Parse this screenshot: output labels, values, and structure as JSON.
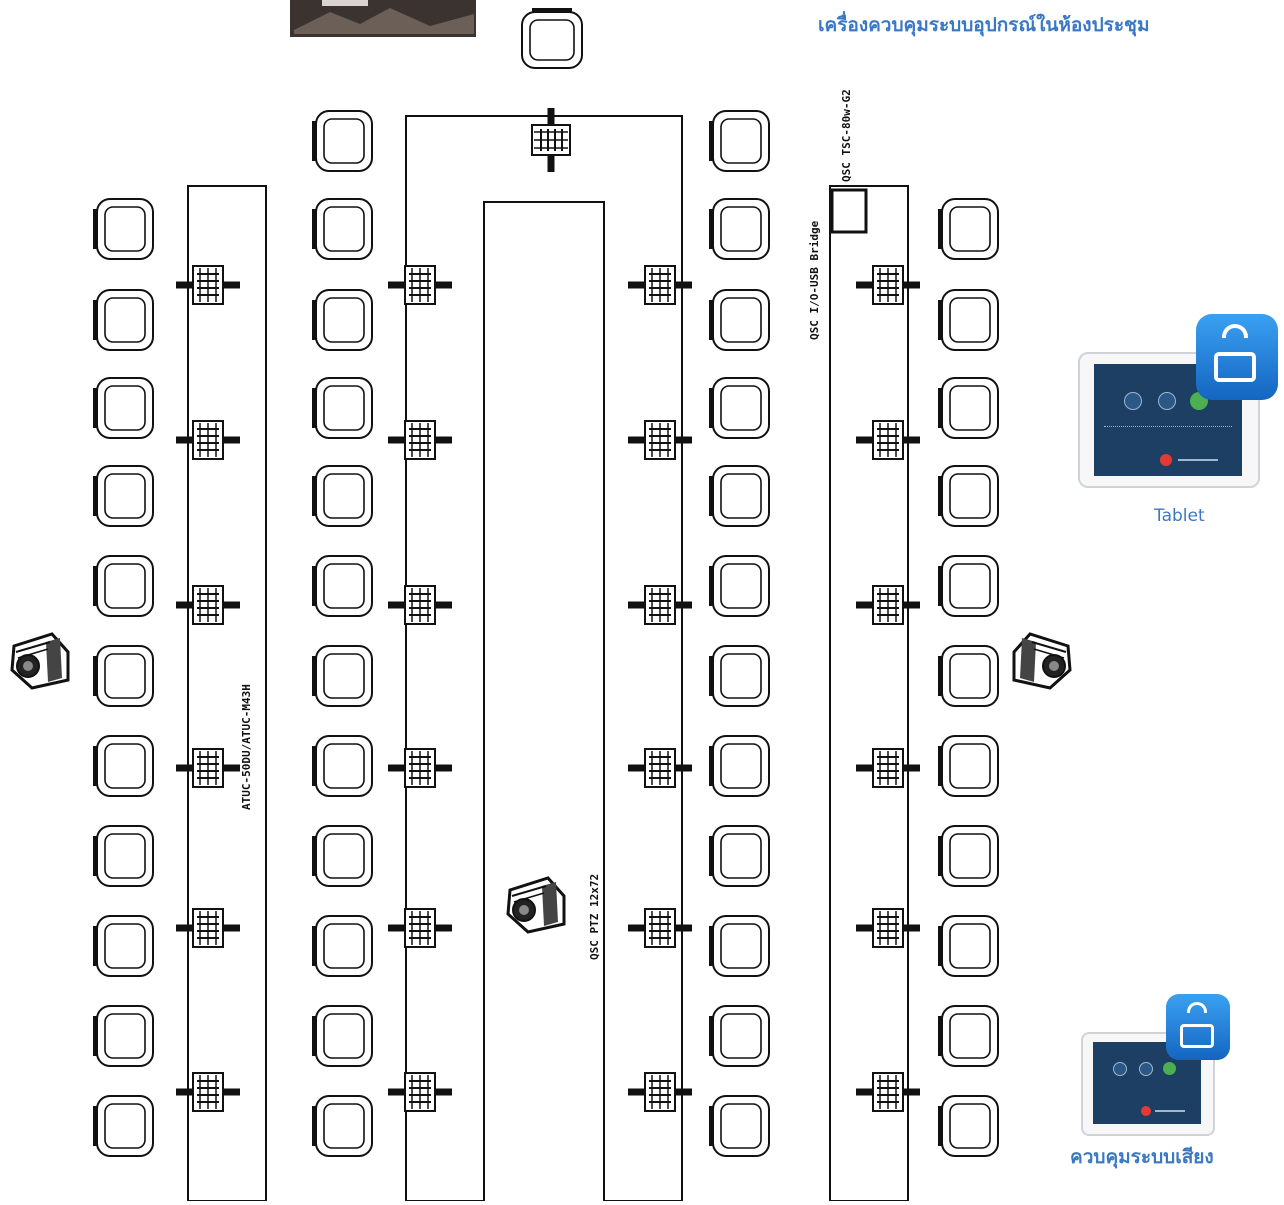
{
  "header": {
    "title": "เครื่องควบคุมระบบอุปกรณ์ในห้องประชุม"
  },
  "labels": {
    "tablet": "Tablet",
    "audio_control": "ควบคุมระบบเสียง",
    "touch_panel": "QSC TSC-80w-G2",
    "io_bridge": "QSC I/O-USB Bridge",
    "mic_model": "ATUC-50DU/ATUC-M43H",
    "ptz_camera": "QSC PTZ 12x72"
  },
  "colors": {
    "accent_blue": "#3b78c4",
    "line": "#111111",
    "tablet_screen": "#1d3f63",
    "app_icon": "#1e88e5"
  },
  "icons": [
    "chair-icon",
    "microphone-unit-icon",
    "ptz-camera-icon",
    "tablet-icon",
    "wifi-tablet-app-icon",
    "display-icon"
  ]
}
